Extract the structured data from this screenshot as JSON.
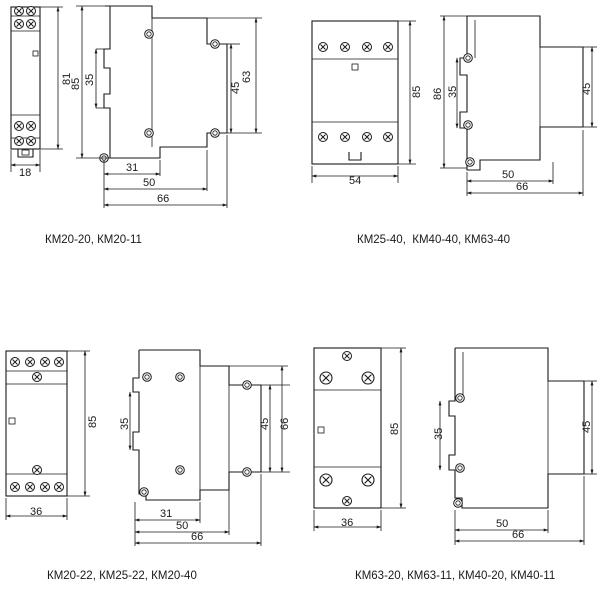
{
  "captions": {
    "top_left": "КМ20-20, КМ20-11",
    "top_right": "КМ25-40,  КМ40-40, КМ63-40",
    "bottom_left": "КМ20-22, КМ25-22, КМ20-40",
    "bottom_right": "КМ63-20, КМ63-11, КМ40-20, КМ40-11"
  },
  "dims": {
    "d18": "18",
    "d81": "81",
    "d85": "85",
    "d35": "35",
    "d45": "45",
    "d63": "63",
    "d31": "31",
    "d50": "50",
    "d66": "66",
    "d54": "54",
    "d86": "86",
    "d36": "36"
  }
}
